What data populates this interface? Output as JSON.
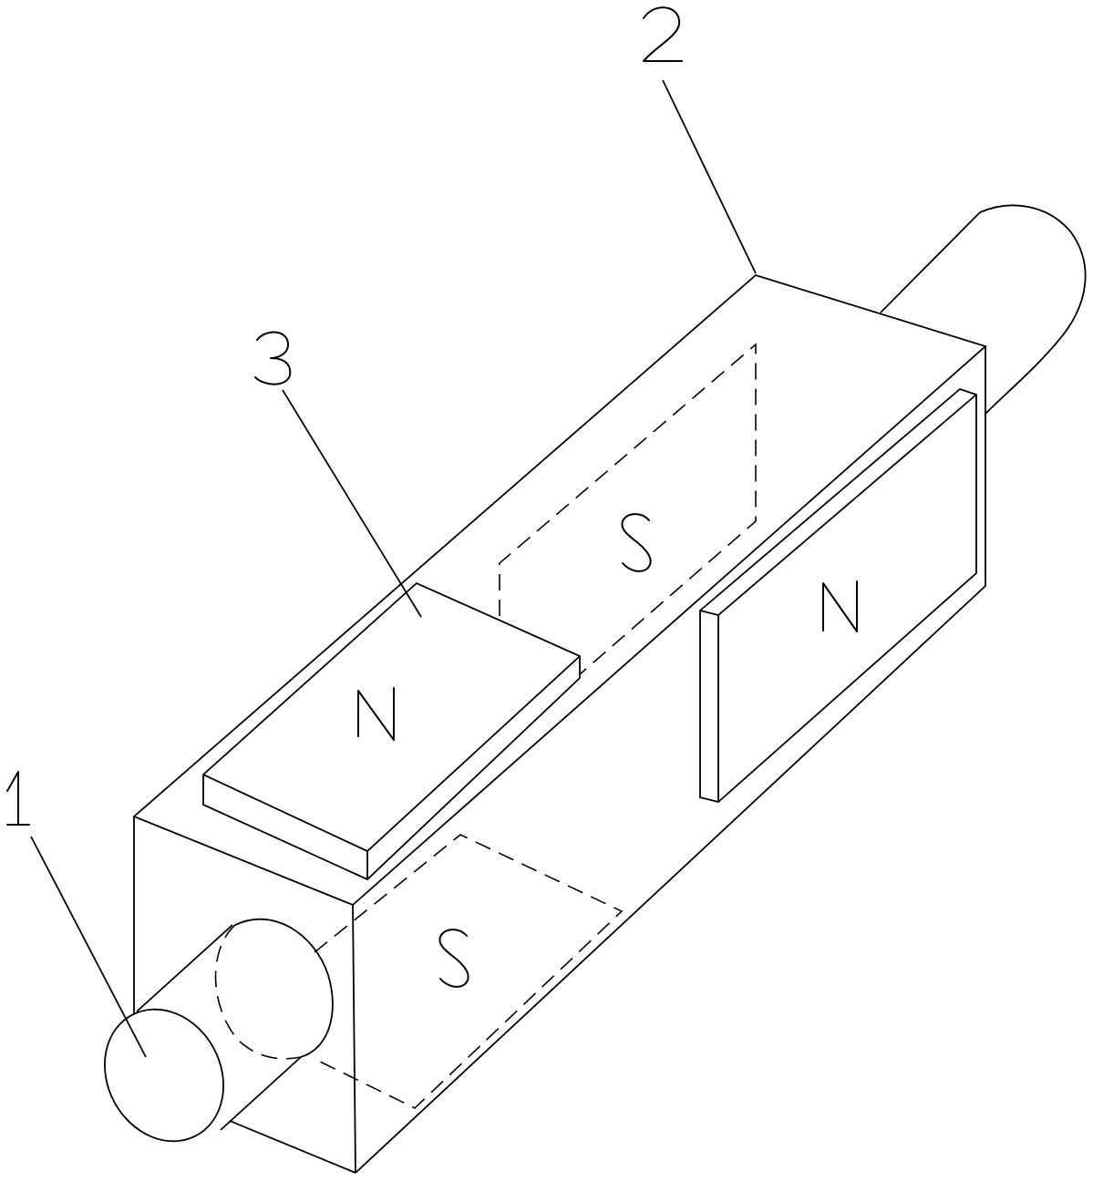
{
  "callouts": [
    {
      "id": "1",
      "text": "1"
    },
    {
      "id": "2",
      "text": "2"
    },
    {
      "id": "3",
      "text": "3"
    }
  ],
  "pole_labels": {
    "top_magnet": "N",
    "right_magnet": "N",
    "hidden_back": "S",
    "hidden_bottom": "S"
  }
}
